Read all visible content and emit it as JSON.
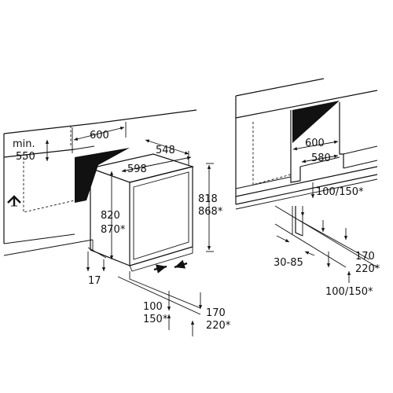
{
  "labels": {
    "left": {
      "min": "min.",
      "depth_550": "550",
      "niche_width_600": "600",
      "depth_548": "548",
      "width_598": "598",
      "height_818": "818",
      "height_868": "868*",
      "niche_height_820": "820",
      "niche_height_870": "870*",
      "offset_17": "17",
      "plinth_100": "100",
      "plinth_150": "150*",
      "plinth_170": "170",
      "plinth_220": "220*"
    },
    "right": {
      "niche_600": "600",
      "niche_580": "580",
      "vent_100_150": "100/150*",
      "range_30_85": "30-85",
      "plinth_170": "170",
      "plinth_220": "220*",
      "bottom_100_150": "100/150*"
    }
  }
}
